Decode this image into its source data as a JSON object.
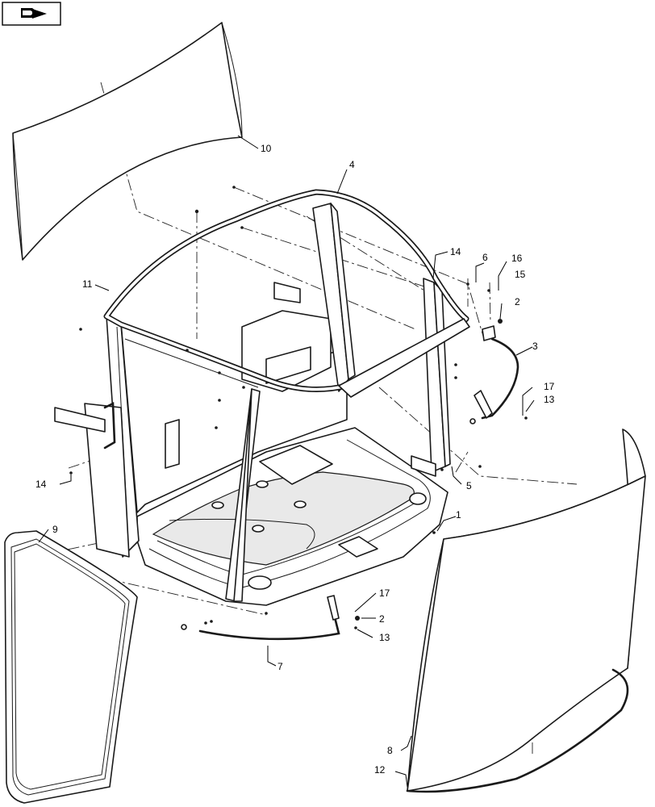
{
  "callouts": {
    "c1": "1",
    "c2a": "2",
    "c2b": "2",
    "c3": "3",
    "c4": "4",
    "c5": "5",
    "c6": "6",
    "c7": "7",
    "c8": "8",
    "c9": "9",
    "c10": "10",
    "c11": "11",
    "c12": "12",
    "c13a": "13",
    "c13b": "13",
    "c14a": "14",
    "c14b": "14",
    "c15": "15",
    "c16": "16",
    "c17a": "17",
    "c17b": "17"
  },
  "icons": {
    "corner_badge": "book-arrow-icon"
  }
}
